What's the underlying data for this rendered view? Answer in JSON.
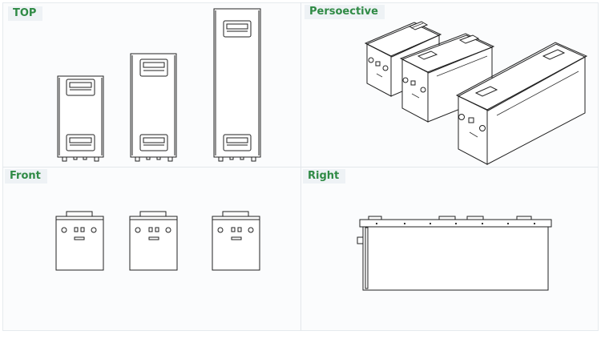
{
  "views": {
    "top": "TOP",
    "perspective": "Persoective",
    "front": "Front",
    "right": "Right"
  }
}
